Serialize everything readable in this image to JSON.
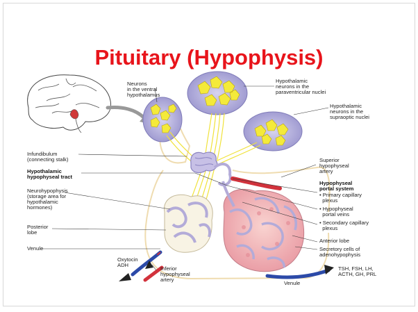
{
  "title": "Pituitary (Hypophysis)",
  "labels": {
    "neurons_ventral": [
      "Neurons",
      "in the ventral",
      "hypothalamus"
    ],
    "hypo_paraventricular": [
      "Hypothalamic",
      "neurons in the",
      "paraventricular nuclei"
    ],
    "hypo_supraoptic": [
      "Hypothalamic",
      "neurons in the",
      "supraoptic nuclei"
    ],
    "infundibulum": [
      "Infundibulum",
      "(connecting stalk)"
    ],
    "hypophyseal_tract": [
      "Hypothalamic",
      "hypophyseal tract"
    ],
    "neurohypophysis": [
      "Neurohypophysis",
      "(storage area for",
      "hypothalamic",
      "hormones)"
    ],
    "posterior_lobe": [
      "Posterior",
      "lobe"
    ],
    "venule_left": [
      "Venule"
    ],
    "oxytocin_adh": [
      "Oxytocin",
      "ADH"
    ],
    "inferior_artery": [
      "Inferior",
      "hypophyseal",
      "artery"
    ],
    "venule_bottom": [
      "Venule"
    ],
    "superior_artery": [
      "Superior",
      "hypophyseal",
      "artery"
    ],
    "portal_system": [
      "Hypophyseal",
      "portal system"
    ],
    "primary_plexus": [
      "• Primary capillary",
      "  plexus"
    ],
    "portal_veins": [
      "• Hypophyseal",
      "  portal veins"
    ],
    "secondary_plexus": [
      "• Secondary capillary",
      "  plexus"
    ],
    "anterior_lobe": [
      "Anterior lobe"
    ],
    "secretory_cells": [
      "Secretory cells of",
      "adenohypophysis"
    ],
    "hormones": [
      "TSH, FSH, LH,",
      "ACTH, GH, PRL"
    ]
  },
  "colors": {
    "title": "#e8141b",
    "neuron_fill": "#f4ea3a",
    "nucleus_ellipse": "#b9b6de",
    "stalk_purple": "#c7c0e6",
    "anterior_pink": "#f0b0b4",
    "artery_red": "#d2323c",
    "vein_blue": "#2c4aa8",
    "outline": "#efdcb0"
  },
  "icons": {
    "brain": "brain-sagittal-icon",
    "arrow": "curved-arrow-icon"
  }
}
